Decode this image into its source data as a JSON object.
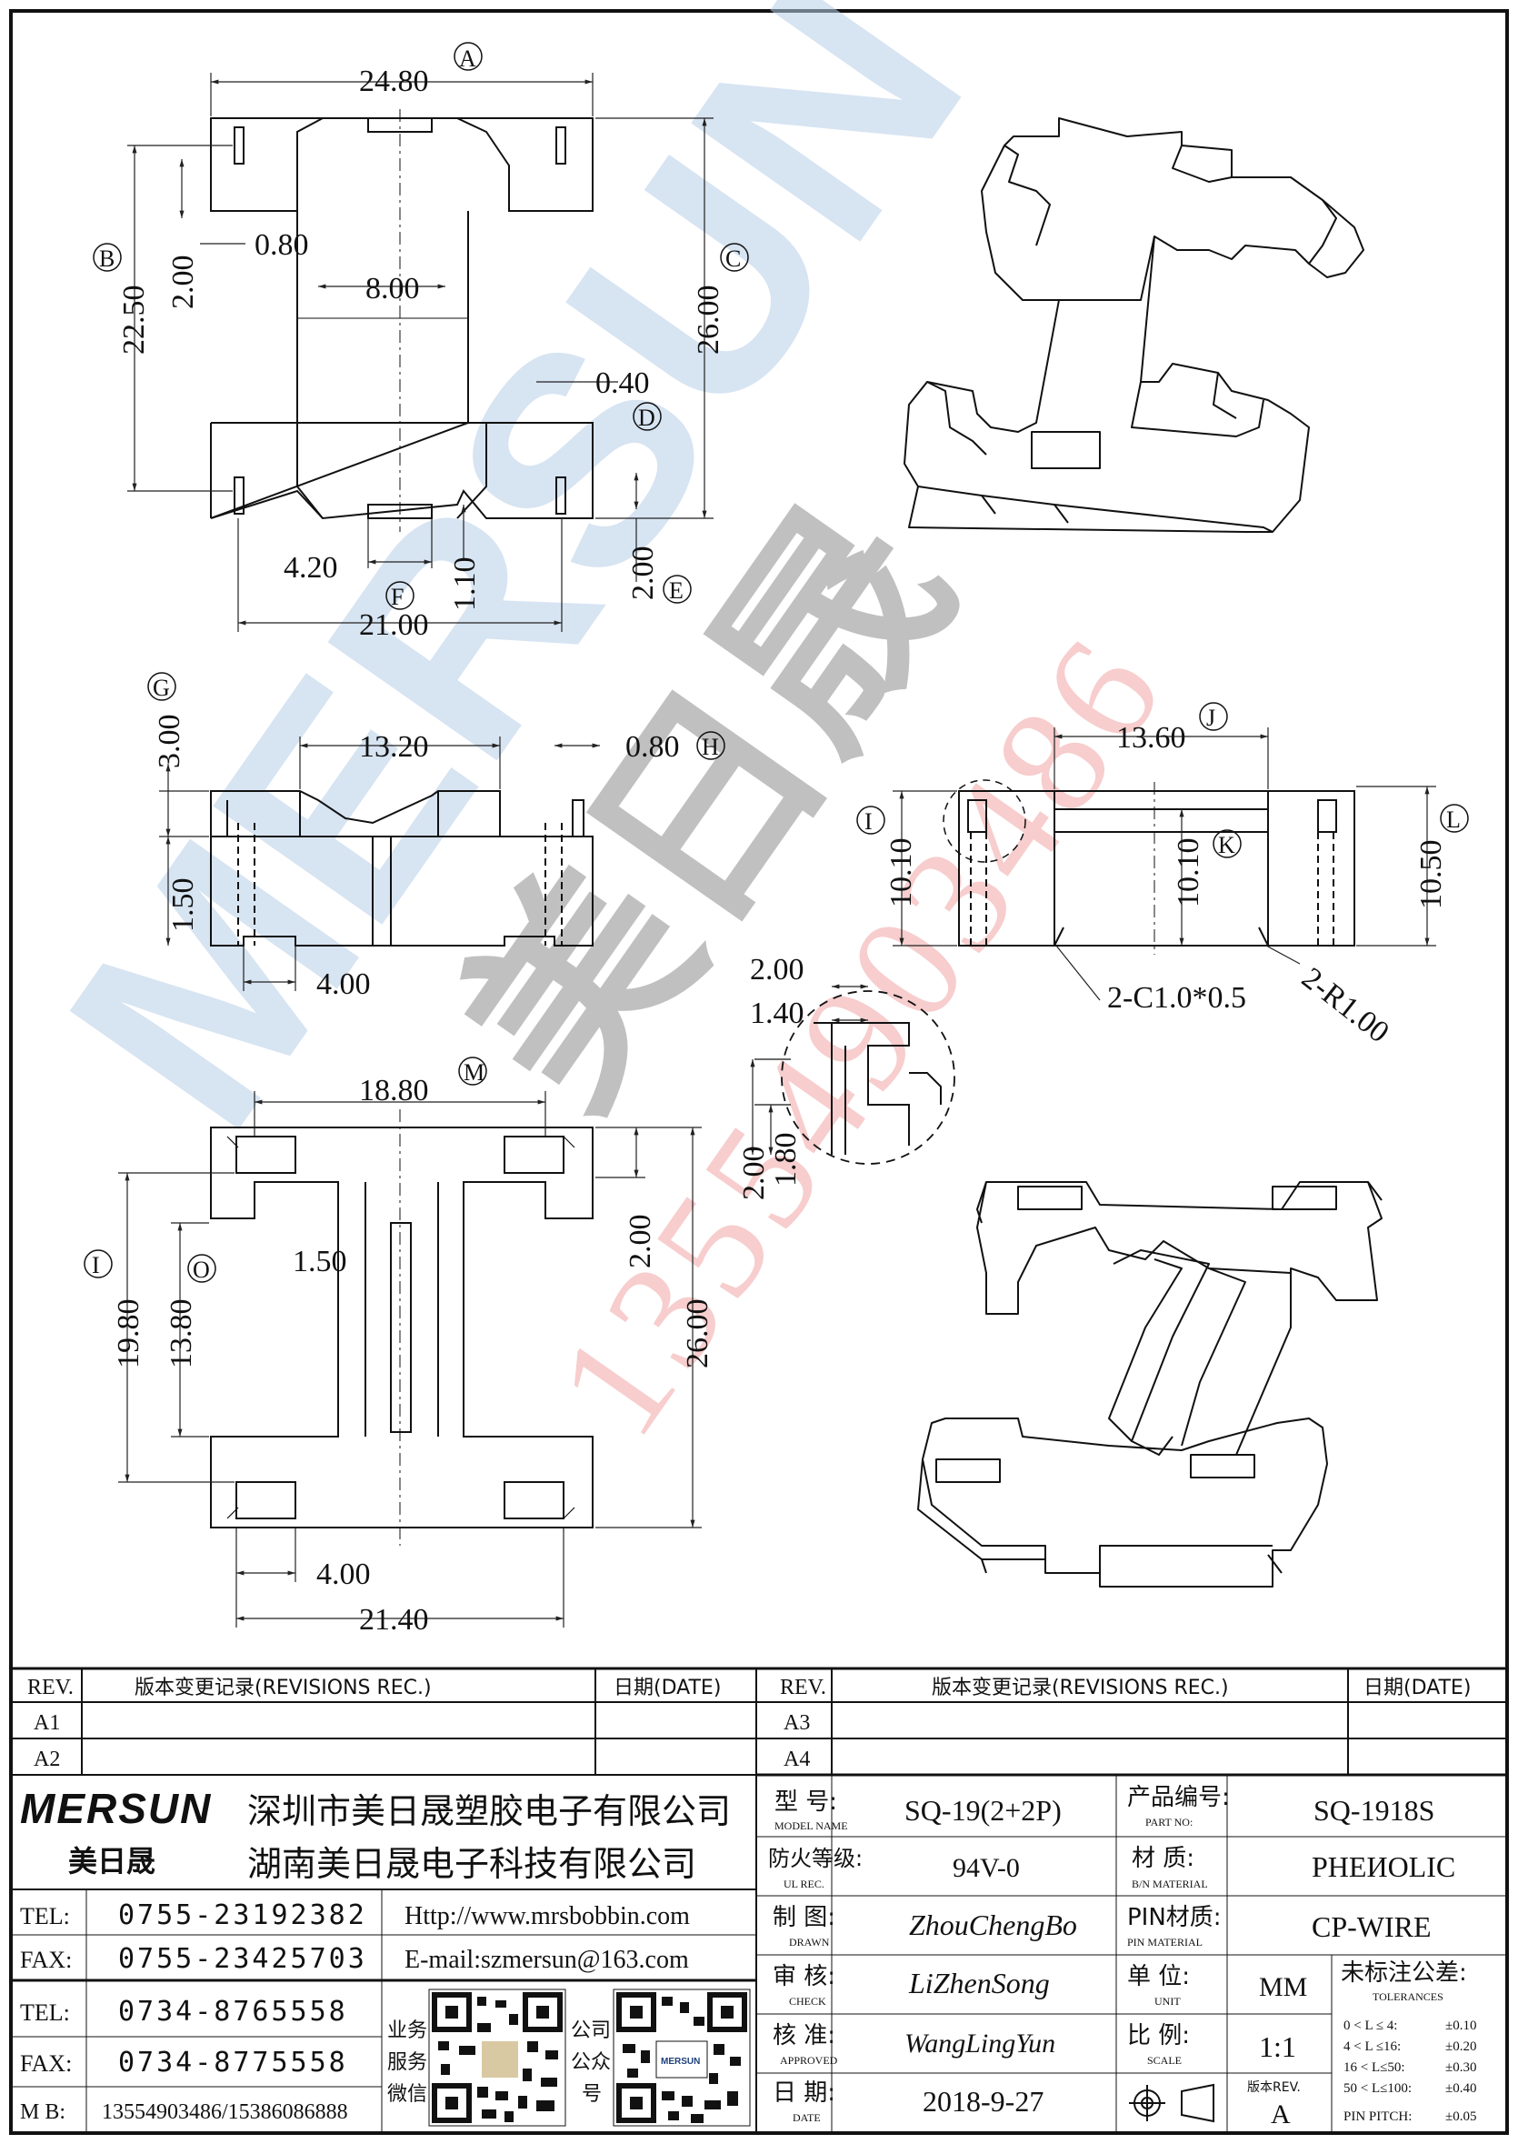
{
  "dims": {
    "top_view": {
      "A": "24.80",
      "A_tag": "A",
      "B": "22.50",
      "B_tag": "B",
      "C": "26.00",
      "C_tag": "C",
      "d080": "0.80",
      "d200": "2.00",
      "mid": "8.00",
      "d040": "0.40",
      "D_tag": "D",
      "d420": "4.20",
      "F_tag": "F",
      "d110": "1.10",
      "d200b": "2.00",
      "E_tag": "E",
      "bottom": "21.00"
    },
    "front_view": {
      "G": "3.00",
      "G_tag": "G",
      "mid": "13.20",
      "H": "0.80",
      "H_tag": "H",
      "left": "1.50",
      "bottom": "4.00"
    },
    "side_view": {
      "J": "13.60",
      "J_tag": "J",
      "I": "10.10",
      "I_tag": "I",
      "K": "10.10",
      "K_tag": "K",
      "L": "10.50",
      "L_tag": "L",
      "chamfer": "2-C1.0*0.5",
      "radius": "2-R1.00"
    },
    "detail": {
      "w": "2.00",
      "h": "1.40",
      "v1": "2.00",
      "v2": "1.80"
    },
    "bottom_view": {
      "M": "18.80",
      "M_tag": "M",
      "left_outer": "19.80",
      "left_outer_tag": "I",
      "left_inner": "13.80",
      "O_tag": "O",
      "slot": "1.50",
      "r200": "2.00",
      "r2600": "26.00",
      "d400": "4.00",
      "bottom": "21.40"
    }
  },
  "watermark": {
    "brand": "MERSUN",
    "cn": "美日晟",
    "phone": "13554903486"
  },
  "title_block": {
    "rev_header": "REV.",
    "rev_rec": "版本变更记录(REVISIONS REC.)",
    "date_header": "日期(DATE)",
    "revs_left": [
      "A1",
      "A2"
    ],
    "revs_right": [
      "A3",
      "A4"
    ],
    "logo": "MERSUN",
    "logo_cn": "美日晟",
    "company1": "深圳市美日晟塑胶电子有限公司",
    "company2": "湖南美日晟电子科技有限公司",
    "contacts": [
      {
        "label": "TEL:",
        "value": "0755-23192382"
      },
      {
        "label": "FAX:",
        "value": "0755-23425703"
      },
      {
        "label": "TEL:",
        "value": "0734-8765558"
      },
      {
        "label": "FAX:",
        "value": "0734-8775558"
      },
      {
        "label": "M B:",
        "value": "13554903486/15386086888"
      }
    ],
    "http": "Http://www.mrsbobbin.com",
    "email": "E-mail:szmersun@163.com",
    "qr1_label": [
      "业务",
      "服务",
      "微信"
    ],
    "qr2_label": [
      "公司",
      "公众",
      "号"
    ],
    "qr2_logo": "MERSUN",
    "model_cn": "型 号:",
    "model_en": "MODEL NAME",
    "model_value": "SQ-19(2+2P)",
    "part_cn": "产品编号:",
    "part_en": "PART NO:",
    "part_value": "SQ-1918S",
    "ul_cn": "防火等级:",
    "ul_en": "UL REC.",
    "ul_value": "94V-0",
    "mat_cn": "材 质:",
    "mat_en": "B/N MATERIAL",
    "mat_value": "PHEИOLIC",
    "drawn_cn": "制 图:",
    "drawn_en": "DRAWN",
    "drawn_value": "ZhouChengBo",
    "pin_cn": "PIN材质:",
    "pin_en": "PIN MATERIAL",
    "pin_value": "CP-WIRE",
    "check_cn": "审 核:",
    "check_en": "CHECK",
    "check_value": "LiZhenSong",
    "unit_cn": "单 位:",
    "unit_en": "UNIT",
    "unit_value": "MM",
    "tol_cn": "未标注公差:",
    "tol_en": "TOLERANCES",
    "tolerances": [
      {
        "range": "0 < L ≤  4:",
        "value": "±0.10"
      },
      {
        "range": "4 < L ≤16:",
        "value": "±0.20"
      },
      {
        "range": "16 < L≤50:",
        "value": "±0.30"
      },
      {
        "range": "50 < L≤100:",
        "value": "±0.40"
      },
      {
        "range": "PIN PITCH:",
        "value": "±0.05"
      }
    ],
    "appr_cn": "核 准:",
    "appr_en": "APPROVED",
    "appr_value": "WangLingYun",
    "scale_cn": "比 例:",
    "scale_en": "SCALE",
    "scale_value": "1:1",
    "date_cn": "日 期:",
    "date_en": "DATE",
    "date_value": "2018-9-27",
    "ver_label": "版本REV.",
    "ver_value": "A"
  }
}
